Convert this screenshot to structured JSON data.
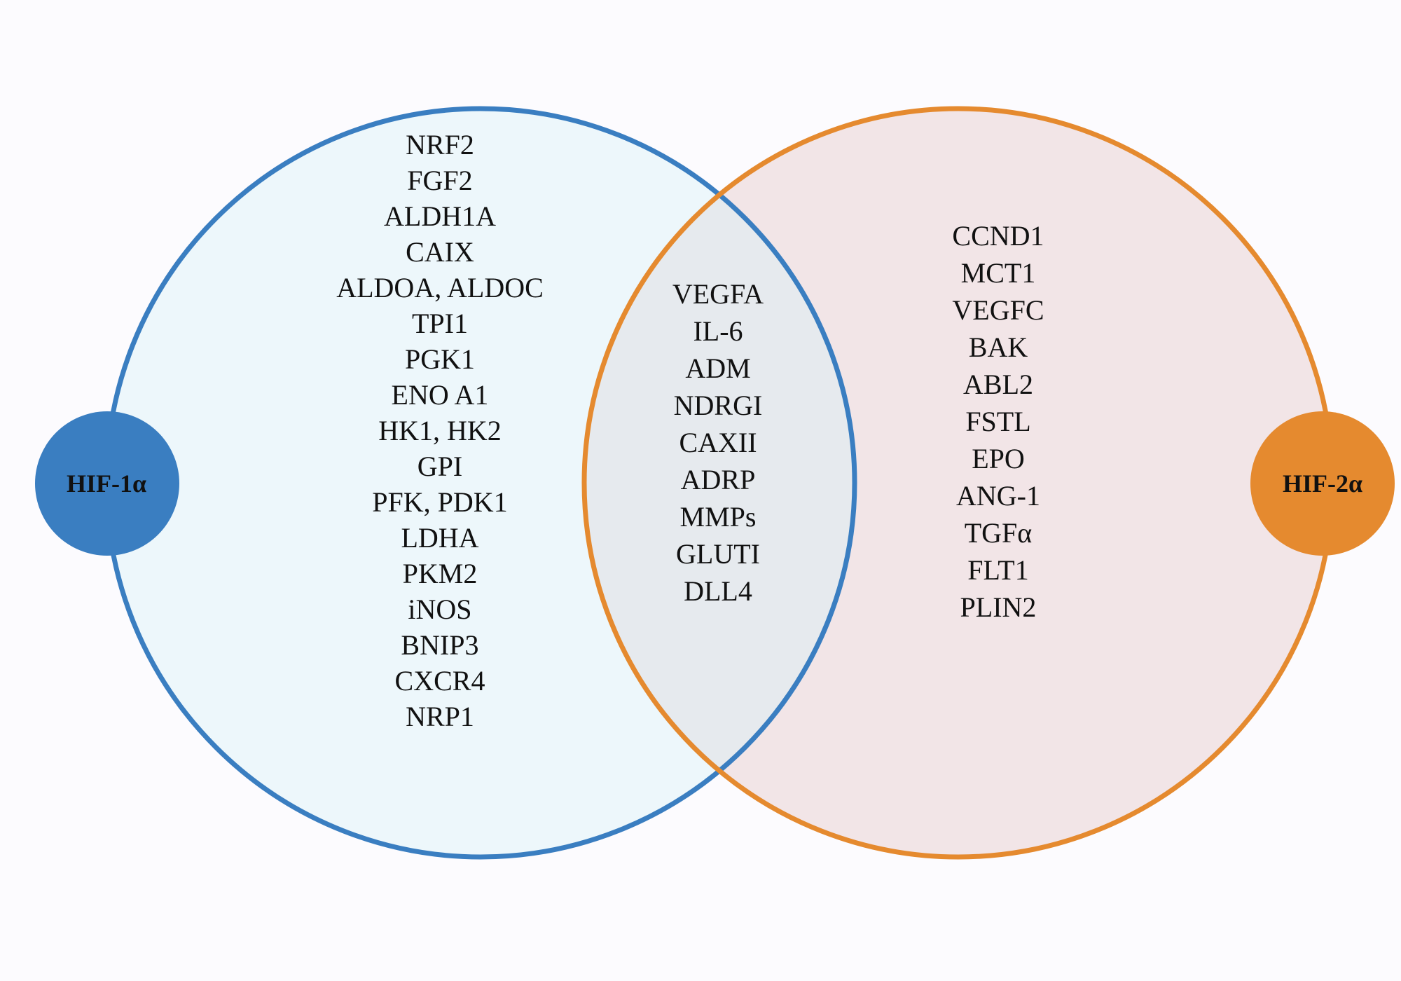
{
  "colors": {
    "background": "#fcfbfe",
    "left_circle_stroke": "#3a7ec1",
    "left_circle_fill": "#edf7fb",
    "right_circle_stroke": "#e58a2f",
    "right_circle_fill": "#f2e5e7",
    "overlap_fill": "#e6eaee",
    "left_badge_fill": "#3a7ec1",
    "right_badge_fill": "#e58a2f",
    "text": "#111111"
  },
  "left_set": {
    "label": "HIF-1α",
    "genes": [
      "NRF2",
      "FGF2",
      "ALDH1A",
      "CAIX",
      "ALDOA, ALDOC",
      "TPI1",
      "PGK1",
      "ENO A1",
      "HK1, HK2",
      "GPI",
      "PFK, PDK1",
      "LDHA",
      "PKM2",
      "iNOS",
      "BNIP3",
      "CXCR4",
      "NRP1"
    ]
  },
  "shared": {
    "genes": [
      "VEGFA",
      "IL-6",
      "ADM",
      "NDRGI",
      "CAXII",
      "ADRP",
      "MMPs",
      "GLUTI",
      "DLL4"
    ]
  },
  "right_set": {
    "label": "HIF-2α",
    "genes": [
      "CCND1",
      "MCT1",
      "VEGFC",
      "BAK",
      "ABL2",
      "FSTL",
      "EPO",
      "ANG-1",
      "TGFα",
      "FLT1",
      "PLIN2"
    ]
  }
}
